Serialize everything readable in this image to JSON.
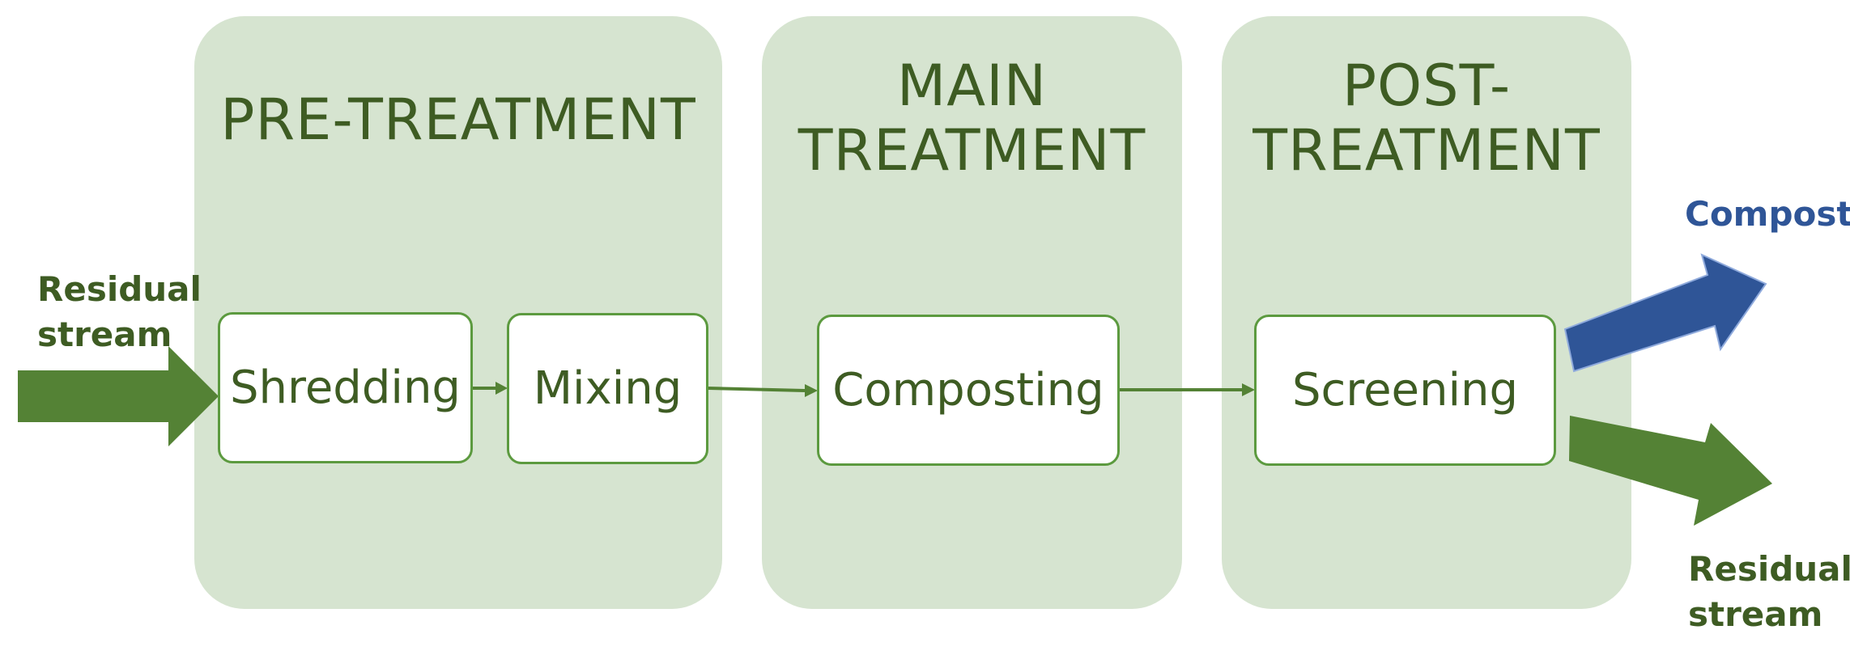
{
  "colors": {
    "panel_fill": "#d6e4d0",
    "dark_green": "#3e5c23",
    "arrow_green": "#548235",
    "box_border": "#5c9a3f",
    "compost_blue": "#2f5597"
  },
  "panels": [
    {
      "title_lines": [
        "PRE-TREATMENT"
      ]
    },
    {
      "title_lines": [
        "MAIN",
        "TREATMENT"
      ]
    },
    {
      "title_lines": [
        "POST-",
        "TREATMENT"
      ]
    }
  ],
  "steps": [
    {
      "label": "Shredding"
    },
    {
      "label": "Mixing"
    },
    {
      "label": "Composting"
    },
    {
      "label": "Screening"
    }
  ],
  "input": {
    "label_lines": [
      "Residual",
      "stream"
    ]
  },
  "outputs": {
    "compost_label": "Compost",
    "residual_label_lines": [
      "Residual",
      "stream"
    ]
  }
}
